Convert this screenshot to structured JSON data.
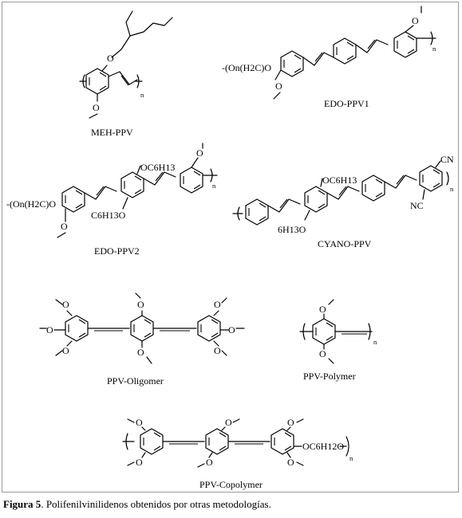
{
  "structures": [
    {
      "id": "meh-ppv",
      "name": "MEH-PPV",
      "sub_labels": [
        "n"
      ]
    },
    {
      "id": "edo-ppv1",
      "name": "EDO-PPV1",
      "left_group": "-(On(H2C)O",
      "sub_labels": [
        "n"
      ]
    },
    {
      "id": "edo-ppv2",
      "name": "EDO-PPV2",
      "left_group": "-(On(H2C)O",
      "substituent_top": "OC6H13",
      "substituent_bottom": "C6H13O",
      "sub_labels": [
        "n"
      ]
    },
    {
      "id": "cyano-ppv",
      "name": "CYANO-PPV",
      "substituent_top": "OC6H13",
      "substituent_bottom": "6H13O",
      "cyano_top": "CN",
      "cyano_bottom": "NC",
      "sub_labels": [
        "n"
      ]
    },
    {
      "id": "ppv-oligomer",
      "name": "PPV-Oligomer"
    },
    {
      "id": "ppv-polymer",
      "name": "PPV-Polymer",
      "sub_labels": [
        "n"
      ]
    },
    {
      "id": "ppv-copolymer",
      "name": "PPV-Copolymer",
      "right_group": "OC6H12O",
      "sub_labels": [
        "n"
      ]
    }
  ],
  "caption": {
    "label": "Figura 5",
    "text": ". Polifenilvinilidenos obtenidos por otras metodologías."
  }
}
